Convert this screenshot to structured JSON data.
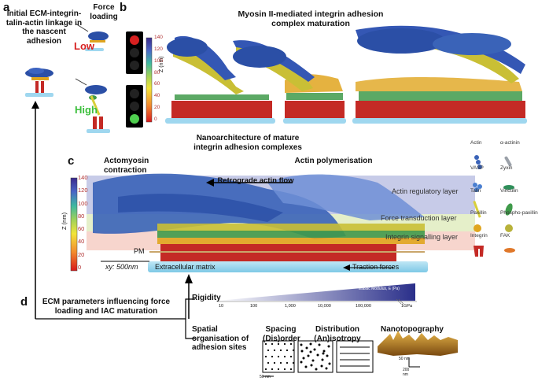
{
  "panel_labels": {
    "a": "a",
    "b": "b",
    "c": "c",
    "d": "d"
  },
  "panel_a": {
    "title": "Initial ECM-integrin-talin-actin linkage in the nascent adhesion",
    "force_loading": "Force loading",
    "low": "Low",
    "high": "High",
    "colors": {
      "low": "#d62020",
      "high": "#3cbf3c"
    }
  },
  "panel_b": {
    "title": "Myosin II-mediated integrin adhesion complex maturation",
    "z_axis_label": "Z (nm)",
    "z_ticks": [
      "140",
      "120",
      "100",
      "80",
      "60",
      "40",
      "20",
      "0"
    ]
  },
  "panel_c": {
    "title": "Nanoarchitecture of mature integrin adhesion complexes",
    "actomyosin": "Actomyosin contraction",
    "polymerisation": "Actin polymerisation",
    "retrograde": "Retrograde actin flow",
    "z_axis_label": "Z (nm)",
    "z_ticks": [
      "140",
      "120",
      "100",
      "80",
      "60",
      "40",
      "20",
      "0"
    ],
    "layers": {
      "actin_regulatory": "Actin regulatory layer",
      "force_transduction": "Force transduction layer",
      "integrin_signalling": "Integrin signalling layer"
    },
    "pm": "PM",
    "scale": "xy: 500nm",
    "ecm": "Extracellular matrix",
    "traction": "Traction forces"
  },
  "legend": [
    {
      "label": "Actin",
      "icon": "actin-icon",
      "color": "#3a63b8"
    },
    {
      "label": "α-actinin",
      "icon": "alpha-actinin-icon",
      "color": "#9aa0a8"
    },
    {
      "label": "VASP",
      "icon": "vasp-icon",
      "color": "#4a7fd0"
    },
    {
      "label": "Zyxin",
      "icon": "zyxin-icon",
      "color": "#2f8f5a"
    },
    {
      "label": "Talin",
      "icon": "talin-icon",
      "color": "#d8cf3a"
    },
    {
      "label": "Vinculin",
      "icon": "vinculin-icon",
      "color": "#3f9a4a"
    },
    {
      "label": "Paxillin",
      "icon": "paxillin-icon",
      "color": "#e0a51e"
    },
    {
      "label": "Phospho-paxillin",
      "icon": "phospho-paxillin-icon",
      "color": "#b8b23a"
    },
    {
      "label": "Integrin",
      "icon": "integrin-icon",
      "color": "#c42a25"
    },
    {
      "label": "FAK",
      "icon": "fak-icon",
      "color": "#e0782a"
    }
  ],
  "panel_d": {
    "ecm_params": "ECM parameters influencing force loading and IAC maturation",
    "rigidity": "Rigidity",
    "spatial": "Spatial organisation of adhesion sites",
    "modulus_label": "Elastic Modulus, E (Pa)",
    "modulus_ticks": [
      "10",
      "100",
      "1,000",
      "10,000",
      "100,000"
    ],
    "gpa": "1GPa",
    "spacing": "Spacing (Dis)order",
    "distribution": "Distribution (An)isotropy",
    "nanotopography": "Nanotopography",
    "scale_50nm": "50 nm",
    "topo_z": "50 nm",
    "topo_xy": "200 nm"
  }
}
